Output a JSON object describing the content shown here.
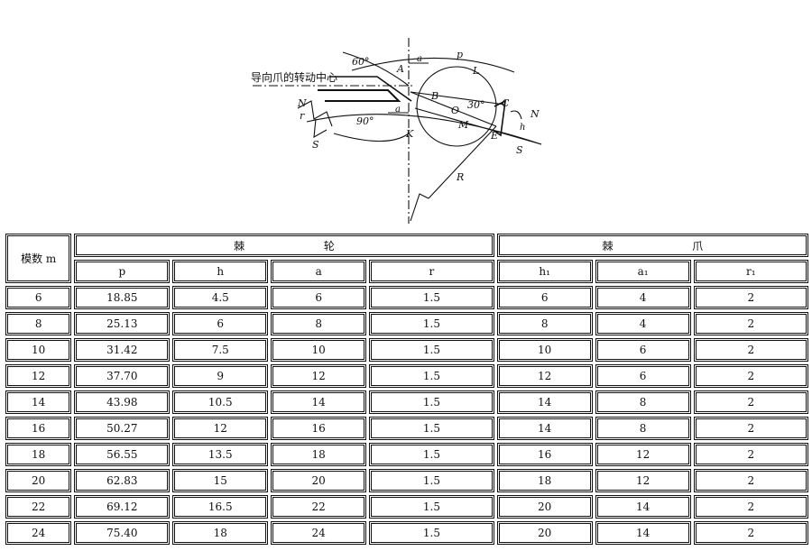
{
  "diagram": {
    "labels": {
      "pivot_center": "导向爪的转动中心",
      "angle_60": "60°",
      "angle_90": "90°",
      "angle_30": "30°",
      "pitch": "p",
      "a_top": "a",
      "a_bottom": "a",
      "L": "L",
      "A": "A",
      "B": "B",
      "C": "C",
      "O": "O",
      "M": "M",
      "E": "E",
      "K": "K",
      "N_left": "N",
      "N_right": "N",
      "S_left": "S",
      "S_right": "S",
      "r": "r",
      "R": "R",
      "h": "h"
    }
  },
  "table": {
    "modulus_header": "模数 m",
    "ratchet_wheel_header_1": "棘",
    "ratchet_wheel_header_2": "轮",
    "pawl_header_1": "棘",
    "pawl_header_2": "爪",
    "columns": [
      "p",
      "h",
      "a",
      "r",
      "h₁",
      "a₁",
      "r₁"
    ],
    "rows": [
      [
        "6",
        "18.85",
        "4.5",
        "6",
        "1.5",
        "6",
        "4",
        "2"
      ],
      [
        "8",
        "25.13",
        "6",
        "8",
        "1.5",
        "8",
        "4",
        "2"
      ],
      [
        "10",
        "31.42",
        "7.5",
        "10",
        "1.5",
        "10",
        "6",
        "2"
      ],
      [
        "12",
        "37.70",
        "9",
        "12",
        "1.5",
        "12",
        "6",
        "2"
      ],
      [
        "14",
        "43.98",
        "10.5",
        "14",
        "1.5",
        "14",
        "8",
        "2"
      ],
      [
        "16",
        "50.27",
        "12",
        "16",
        "1.5",
        "14",
        "8",
        "2"
      ],
      [
        "18",
        "56.55",
        "13.5",
        "18",
        "1.5",
        "16",
        "12",
        "2"
      ],
      [
        "20",
        "62.83",
        "15",
        "20",
        "1.5",
        "18",
        "12",
        "2"
      ],
      [
        "22",
        "69.12",
        "16.5",
        "22",
        "1.5",
        "20",
        "14",
        "2"
      ],
      [
        "24",
        "75.40",
        "18",
        "24",
        "1.5",
        "20",
        "14",
        "2"
      ]
    ]
  }
}
